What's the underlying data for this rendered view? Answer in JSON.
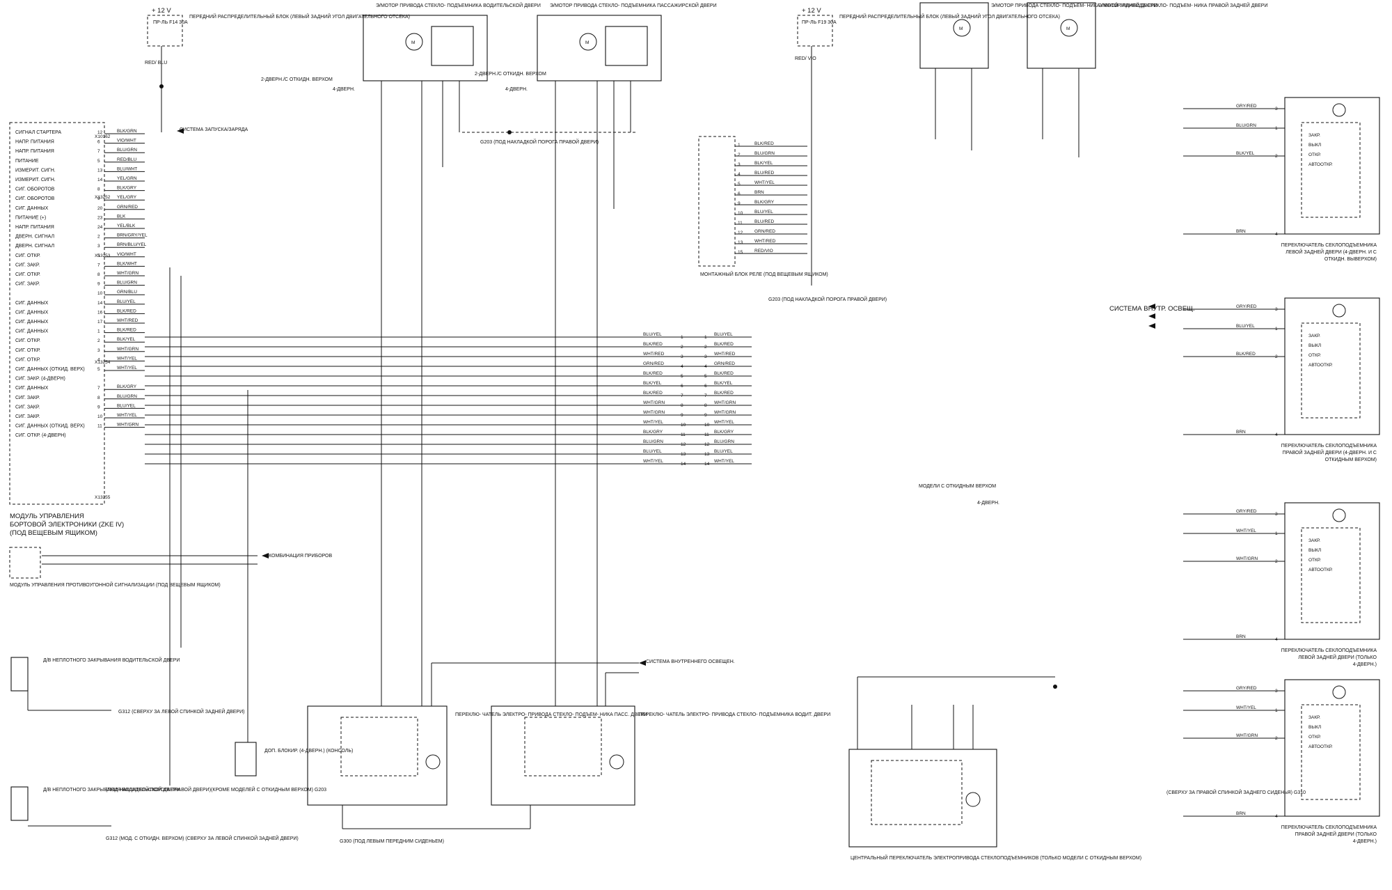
{
  "ecu": {
    "caption": [
      "МОДУЛЬ УПРАВЛЕНИЯ",
      "БОРТОВОЙ ЭЛЕКТРОНИКИ (ZKE IV)",
      "(ПОД ВЕЩЕВЫМ ЯЩИКОМ)"
    ],
    "connectors": [
      "X10162",
      "X13252",
      "X13253",
      "X13254",
      "X13255"
    ],
    "rows": [
      {
        "name": "СИГНАЛ СТАРТЕРА",
        "pin": "12",
        "wire": "BLK/GRN"
      },
      {
        "name": "НАПР. ПИТАНИЯ",
        "pin": "6",
        "wire": "VIO/WHT"
      },
      {
        "name": "НАПР. ПИТАНИЯ",
        "pin": "7",
        "wire": "BLU/GRN"
      },
      {
        "name": "ПИТАНИЕ",
        "pin": "5",
        "wire": "RED/BLU"
      },
      {
        "name": "ИЗМЕРИТ. СИГН.",
        "pin": "13",
        "wire": "BLU/WHT"
      },
      {
        "name": "ИЗМЕРИТ. СИГН.",
        "pin": "14",
        "wire": "YEL/GRN"
      },
      {
        "name": "СИГ. ОБОРОТОВ",
        "pin": "8",
        "wire": "BLK/GRY"
      },
      {
        "name": "СИГ. ОБОРОТОВ",
        "pin": "9",
        "wire": "YEL/GRY"
      },
      {
        "name": "СИГ. ДАННЫХ",
        "pin": "20",
        "wire": "GRN/RED"
      },
      {
        "name": "ПИТАНИЕ (+)",
        "pin": "23",
        "wire": "BLK"
      },
      {
        "name": "НАПР. ПИТАНИЯ",
        "pin": "24",
        "wire": "YEL/BLK"
      },
      {
        "name": "ДВЕРН. СИГНАЛ",
        "pin": "2",
        "wire": "BRN/GRY/YEL"
      },
      {
        "name": "ДВЕРН. СИГНАЛ",
        "pin": "3",
        "wire": "BRN/BLU/YEL"
      },
      {
        "name": "СИГ. ОТКР.",
        "pin": "5",
        "wire": "VIO/WHT"
      },
      {
        "name": "СИГ. ЗАКР.",
        "pin": "7",
        "wire": "BLK/WHT"
      },
      {
        "name": "СИГ. ОТКР.",
        "pin": "8",
        "wire": "WHT/GRN"
      },
      {
        "name": "СИГ. ЗАКР.",
        "pin": "9",
        "wire": "BLU/GRN"
      },
      {
        "name": "",
        "pin": "10",
        "wire": "GRN/BLU"
      },
      {
        "name": "СИГ. ДАННЫХ",
        "pin": "14",
        "wire": "BLU/YEL"
      },
      {
        "name": "СИГ. ДАННЫХ",
        "pin": "16",
        "wire": "BLK/RED"
      },
      {
        "name": "СИГ. ДАННЫХ",
        "pin": "17",
        "wire": "WHT/RED"
      },
      {
        "name": "СИГ. ДАННЫХ",
        "pin": "1",
        "wire": "BLK/RED"
      },
      {
        "name": "СИГ. ОТКР.",
        "pin": "2",
        "wire": "BLK/YEL"
      },
      {
        "name": "СИГ. ОТКР.",
        "pin": "3",
        "wire": "WHT/GRN"
      },
      {
        "name": "СИГ. ОТКР.",
        "pin": "4",
        "wire": "WHT/YEL"
      },
      {
        "name": "СИГ. ДАННЫХ (ОТКИД. ВЕРХ)",
        "pin": "5",
        "wire": "WHT/YEL"
      },
      {
        "name": "СИГ. ЗАКР. (4-ДВЕРН)",
        "pin": "",
        "wire": ""
      },
      {
        "name": "СИГ. ДАННЫХ",
        "pin": "7",
        "wire": "BLK/GRY"
      },
      {
        "name": "СИГ. ЗАКР.",
        "pin": "8",
        "wire": "BLU/GRN"
      },
      {
        "name": "СИГ. ЗАКР.",
        "pin": "9",
        "wire": "BLU/YEL"
      },
      {
        "name": "СИГ. ЗАКР.",
        "pin": "10",
        "wire": "WHT/YEL"
      },
      {
        "name": "СИГ. ДАННЫХ (ОТКИД. ВЕРХ)",
        "pin": "11",
        "wire": "WHT/GRN"
      },
      {
        "name": "СИГ. ОТКР. (4-ДВЕРН)",
        "pin": "",
        "wire": ""
      }
    ]
  },
  "labels": {
    "v12": "+ 12 V",
    "fuse_left": "ПР-ЛЬ F14 30A",
    "fuse_right": "ПР-ЛЬ F19 30A",
    "pdb": "ПЕРЕДНИЙ РАСПРЕДЕЛИТЕЛЬНЫЙ БЛОК (ЛЕВЫЙ ЗАДНИЙ УГОЛ ДВИГАТЕЛЬНОГО ОТСЕКА)",
    "red_blu": "RED/ BLU",
    "red_vio": "RED/ VIO",
    "motor_driver": "Э/МОТОР ПРИВОДА СТЕКЛО- ПОДЪЕМНИКА ВОДИТЕЛЬСКОЙ ДВЕРИ",
    "motor_pass": "Э/МОТОР ПРИВОДА СТЕКЛО- ПОДЪЕМНИКА ПАССАЖИРСКОЙ ДВЕРИ",
    "two_door": "2-ДВЕРН./С ОТКИДН. ВЕРХОМ",
    "four_door": "4-ДВЕРН.",
    "start_sys": "СИСТЕМА ЗАПУСКА/ЗАРЯДА",
    "g203": "G203 (ПОД НАКЛАДКОЙ ПОРОГА ПРАВОЙ ДВЕРИ)",
    "cluster": "КОМБИНАЦИЯ ПРИБОРОВ",
    "alarm": "МОДУЛЬ УПРАВЛЕНИЯ ПРОТИВОУГОННОЙ СИГНАЛИЗАЦИИ (ПОД ВЕЩЕВЫМ ЯЩИКОМ)",
    "sensor_driver": "Д/В НЕПЛОТНОГО ЗАКРЫВАНИЯ ВОДИТЕЛЬСКОЙ ДВЕРИ",
    "g312a": "G312 (СВЕРХУ ЗА ЛЕВОЙ СПИНКОЙ ЗАДНЕЙ ДВЕРИ)",
    "sensor_driver2": "Д/В НЕПЛОТНОГО ЗАКРЫВАНИЯ ВОДИТЕЛЬСКОЙ ДВЕРИ",
    "g203b": "(ПОД НАКЛАДКОЙ ПОРОГА ПРАВОЙ ДВЕРИ)(КРОМЕ МОДЕЛЕЙ С ОТКИДНЫМ ВЕРХОМ) G203",
    "g312b": "G312 (МОД. С ОТКИДН. ВЕРХОМ) (СВЕРХУ ЗА ЛЕВОЙ СПИНКОЙ ЗАДНЕЙ ДВЕРИ)",
    "lockout": "ДОП. БЛОКИР. (4-ДВЕРН.) (КОНСОЛЬ)",
    "g300": "G300 (ПОД ЛЕВЫМ ПЕРЕДНИМ СИДЕНЬЕМ)",
    "sw_pass": "ПЕРЕКЛЮ- ЧАТЕЛЬ ЭЛЕКТРО- ПРИВОДА СТЕКЛО- ПОДЪЕМ- НИКА ПАСС. ДВЕРИ",
    "sw_driver": "ПЕРЕКЛЮ- ЧАТЕЛЬ ЭЛЕКТРО- ПРИВОДА СТЕКЛО- ПОДЪЕМНИКА ВОДИТ. ДВЕРИ",
    "interior_light": "СИСТЕМА ВНУТРЕННЕГО ОСВЕЩЕН.",
    "motor_lr": "Э/МОТОР ПРИВОДА СТЕКЛО- ПОДЪЕМ- НИКА ЛЕВОЙ ЗАДНЕЙ ДВЕРИ",
    "motor_rr": "Э/МОТОР ПРИВОДА СТЕКЛО- ПОДЪЕМ- НИКА ПРАВОЙ ЗАДНЕЙ ДВЕРИ",
    "relay_block": "МОНТАЖНЫЙ БЛОК РЕЛЕ (ПОД ВЕЩЕВЫМ ЯЩИКОМ)",
    "g203c": "G203 (ПОД НАКЛАДКОЙ ПОРОГА ПРАВОЙ ДВЕРИ)",
    "interior_light2": "СИСТЕМА ВНУТР. ОСВЕЩ.",
    "models": "МОДЕЛИ С ОТКИДНЫМ ВЕРХОМ",
    "central_switch": "ЦЕНТРАЛЬНЫЙ ПЕРЕКЛЮЧАТЕЛЬ ЭЛЕКТРОПРИВОДА СТЕКЛОПОДЪЕМНИКОВ (ТОЛЬКО МОДЕЛИ С ОТКИДНЫМ ВЕРХОМ)",
    "g310": "(СВЕРХУ ЗА ПРАВОЙ СПИНКОЙ ЗАДНЕГО СИДЕНЬЯ) G310",
    "brn": "BRN"
  },
  "rear_switches": [
    {
      "caption": "ПЕРЕКЛЮЧАТЕЛЬ СЕКЛОПОДЪЕМНИКА ЛЕВОЙ ЗАДНЕЙ ДВЕРИ (4-ДВЕРН. И С ОТКИДН. ВЫВЕРХОМ)",
      "wires": [
        "GRY/RED",
        "BLU/GRN",
        "BLK/YEL",
        "BRN"
      ],
      "pins": [
        "3",
        "1",
        "2",
        "4"
      ]
    },
    {
      "caption": "ПЕРЕКЛЮЧАТЕЛЬ СЕКЛОПОДЪЕМНИКА ПРАВОЙ ЗАДНЕЙ ДВЕРИ (4-ДВЕРН. И С ОТКИДНЫМ ВЕРХОМ)",
      "wires": [
        "GRY/RED",
        "BLU/YEL",
        "BLK/RED",
        "BRN"
      ],
      "pins": [
        "3",
        "1",
        "2",
        "4"
      ]
    },
    {
      "caption": "ПЕРЕКЛЮЧАТЕЛЬ СЕКЛОПОДЪЕМНИКА ЛЕВОЙ ЗАДНЕЙ ДВЕРИ (ТОЛЬКО 4-ДВЕРН.)",
      "wires": [
        "GRY/RED",
        "WHT/YEL",
        "WHT/GRN",
        "BRN"
      ],
      "pins": [
        "3",
        "1",
        "2",
        "4"
      ]
    },
    {
      "caption": "ПЕРЕКЛЮЧАТЕЛЬ СЕКЛОПОДЪЕМНИКА ПРАВОЙ ЗАДНЕЙ ДВЕРИ (ТОЛЬКО 4-ДВЕРН.)",
      "wires": [
        "GRY/RED",
        "WHT/YEL",
        "WHT/GRN",
        "BRN"
      ],
      "pins": [
        "3",
        "1",
        "2",
        "4"
      ]
    }
  ],
  "switch_terms": [
    "ЗАКР.",
    "ВЫКЛ",
    "ОТКР.",
    "АВТООТКР."
  ],
  "relay_pins": [
    {
      "pin": "1",
      "wire": "BLK/RED"
    },
    {
      "pin": "2",
      "wire": "BLU/GRN"
    },
    {
      "pin": "3",
      "wire": "BLK/YEL"
    },
    {
      "pin": "4",
      "wire": "BLU/RED"
    },
    {
      "pin": "5",
      "wire": "WHT/YEL"
    },
    {
      "pin": "6",
      "wire": "BRN"
    },
    {
      "pin": "9",
      "wire": "BLK/GRY"
    },
    {
      "pin": "10",
      "wire": "BLU/YEL"
    },
    {
      "pin": "11",
      "wire": "BLU/RED"
    },
    {
      "pin": "12",
      "wire": "GRN/RED"
    },
    {
      "pin": "13",
      "wire": "WHT/RED"
    },
    {
      "pin": "15",
      "wire": "RED/VIO"
    }
  ],
  "bus": [
    {
      "pin": "1",
      "wire": "BLU/YEL"
    },
    {
      "pin": "2",
      "wire": "BLK/RED"
    },
    {
      "pin": "3",
      "wire": "WHT/RED"
    },
    {
      "pin": "4",
      "wire": "GRN/RED"
    },
    {
      "pin": "5",
      "wire": "BLK/RED"
    },
    {
      "pin": "6",
      "wire": "BLK/YEL"
    },
    {
      "pin": "7",
      "wire": "BLK/RED"
    },
    {
      "pin": "8",
      "wire": "WHT/GRN"
    },
    {
      "pin": "9",
      "wire": "WHT/GRN"
    },
    {
      "pin": "10",
      "wire": "WHT/YEL"
    },
    {
      "pin": "11",
      "wire": "BLK/GRY"
    },
    {
      "pin": "12",
      "wire": "BLU/GRN"
    },
    {
      "pin": "13",
      "wire": "BLU/YEL"
    },
    {
      "pin": "14",
      "wire": "WHT/YEL"
    }
  ]
}
